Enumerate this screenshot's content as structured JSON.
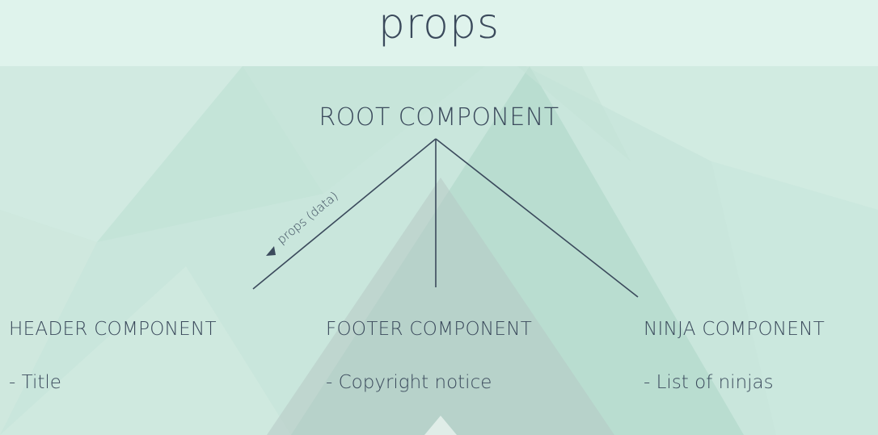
{
  "slide": {
    "title": "props"
  },
  "diagram": {
    "root": {
      "label": "ROOT COMPONENT"
    },
    "edge_label": "props (data)",
    "children": [
      {
        "label": "HEADER COMPONENT",
        "item": "- Title"
      },
      {
        "label": "FOOTER COMPONENT",
        "item": "- Copyright notice"
      },
      {
        "label": "NINJA COMPONENT",
        "item": "- List of ninjas"
      }
    ]
  },
  "colors": {
    "background": "#c9e6dc",
    "title_bar": "#dff3ec",
    "ink": "#3b4a5c"
  }
}
